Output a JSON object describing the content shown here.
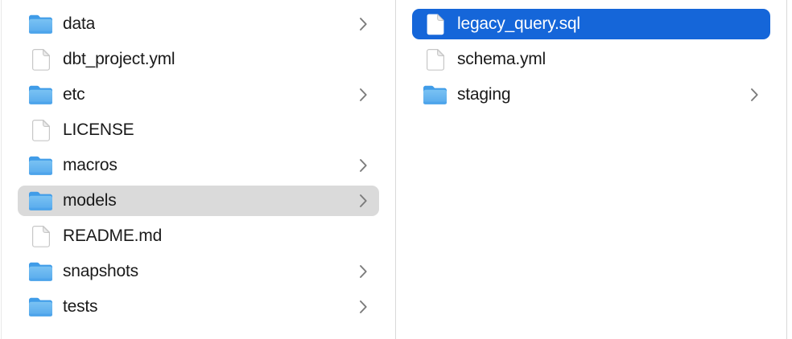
{
  "app": "finder-column-browser",
  "colors": {
    "background": "#ffffff",
    "selection_blue": "#1566d9",
    "selection_gray": "#dadada",
    "text": "#1a1a1a",
    "text_selected": "#ffffff",
    "chevron": "#7b7b7b",
    "divider": "#d9d9d9",
    "edge": "#e8e8e8",
    "folder_back_blue": "#409ce8",
    "folder_front_blue_top": "#7ac2f3",
    "folder_front_blue_bottom": "#55a9ec",
    "doc_border": "#c7c7c7",
    "doc_fold": "#ececec"
  },
  "columns": [
    {
      "name": "finder-column-1",
      "items": [
        {
          "label": "data",
          "type": "folder",
          "chevron": true,
          "selected": false,
          "selection": null
        },
        {
          "label": "dbt_project.yml",
          "type": "file",
          "chevron": false,
          "selected": false,
          "selection": null
        },
        {
          "label": "etc",
          "type": "folder",
          "chevron": true,
          "selected": false,
          "selection": null
        },
        {
          "label": "LICENSE",
          "type": "file",
          "chevron": false,
          "selected": false,
          "selection": null
        },
        {
          "label": "macros",
          "type": "folder",
          "chevron": true,
          "selected": false,
          "selection": null
        },
        {
          "label": "models",
          "type": "folder",
          "chevron": true,
          "selected": true,
          "selection": "inactive-gray"
        },
        {
          "label": "README.md",
          "type": "file",
          "chevron": false,
          "selected": false,
          "selection": null
        },
        {
          "label": "snapshots",
          "type": "folder",
          "chevron": true,
          "selected": false,
          "selection": null
        },
        {
          "label": "tests",
          "type": "folder",
          "chevron": true,
          "selected": false,
          "selection": null
        }
      ]
    },
    {
      "name": "finder-column-2",
      "items": [
        {
          "label": "legacy_query.sql",
          "type": "file",
          "chevron": false,
          "selected": true,
          "selection": "active-blue"
        },
        {
          "label": "schema.yml",
          "type": "file",
          "chevron": false,
          "selected": false,
          "selection": null
        },
        {
          "label": "staging",
          "type": "folder",
          "chevron": true,
          "selected": false,
          "selection": null
        }
      ]
    }
  ]
}
